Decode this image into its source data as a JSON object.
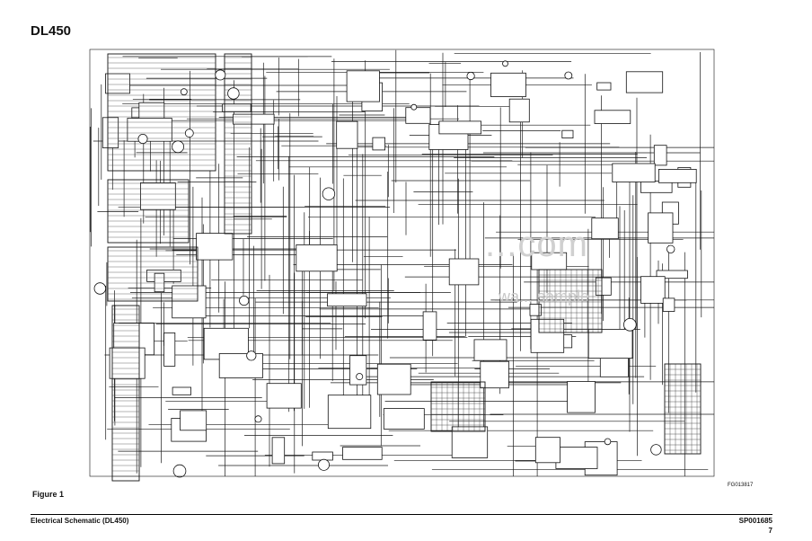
{
  "header": {
    "title": "DL450"
  },
  "figure": {
    "label": "Figure 1",
    "number": "FG013817"
  },
  "footer": {
    "left": "Electrical Schematic (DL450)",
    "doc_code": "SP001685",
    "page": "7"
  },
  "watermark": {
    "site": "...com",
    "note": "wa... sample"
  }
}
